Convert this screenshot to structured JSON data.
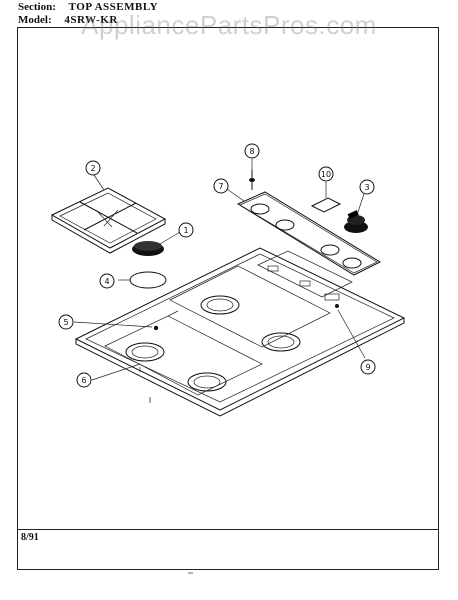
{
  "header": {
    "section_label": "Section:",
    "section_value": "TOP ASSEMBLY",
    "model_label": "Model:",
    "model_value": "4SRW-KR"
  },
  "watermark": "AppliancePartsPros.com",
  "footer": {
    "date_code": "8/91"
  },
  "callouts": [
    "1",
    "2",
    "3",
    "4",
    "5",
    "6",
    "7",
    "8",
    "9",
    "10"
  ]
}
